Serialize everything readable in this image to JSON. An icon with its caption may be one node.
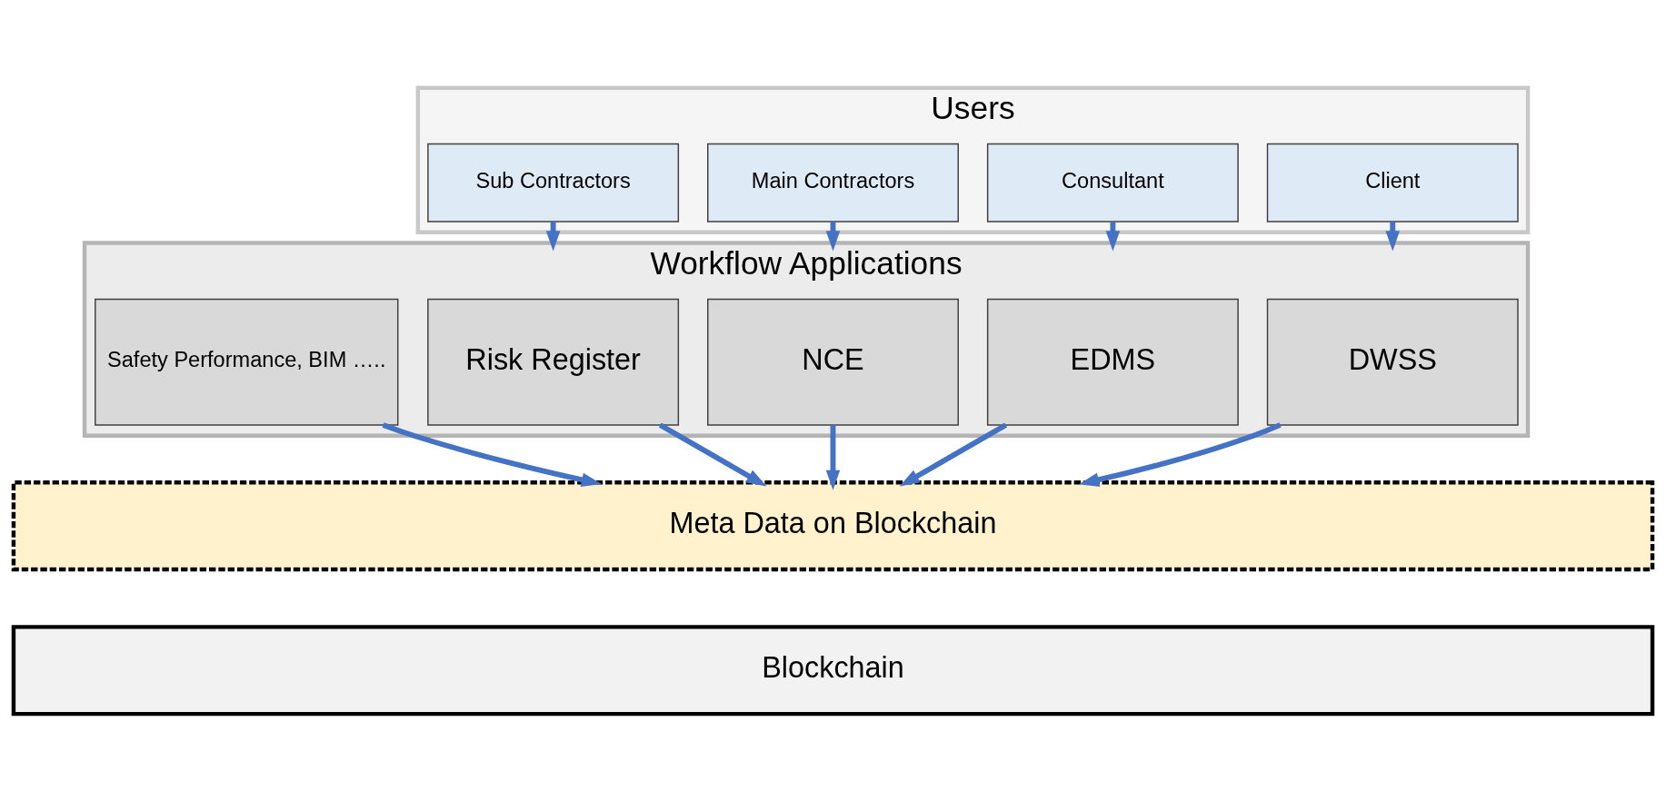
{
  "diagram": {
    "nodes": [
      {
        "text": [
          "Users"
        ]
      },
      {
        "text": [
          "Client"
        ],
        "in": 0
      },
      {
        "text": [
          "Consultant"
        ],
        "in": 0
      },
      {
        "text": [
          "Main Contractors"
        ],
        "in": 0
      },
      {
        "text": [
          "Sub Contractors"
        ],
        "in": 0
      },
      {
        "text": [
          "Workflow Applications"
        ]
      },
      {
        "text": [
          "DWSS"
        ],
        "in": 5
      },
      {
        "text": [
          "EDMS"
        ],
        "in": 5
      },
      {
        "text": [
          "NCE"
        ],
        "in": 5
      },
      {
        "text": [
          "Risk Register"
        ],
        "in": 5
      },
      {
        "text": [
          "Safety Performance, BIM ….."
        ],
        "in": 5
      },
      {
        "text": [
          "Meta Data on Blockchain"
        ]
      },
      {
        "text": [
          "Blockchain"
        ]
      }
    ],
    "edges": [
      {
        "from": 1,
        "to": 5,
        "arrow": "to"
      },
      {
        "from": 2,
        "to": 5,
        "arrow": "to"
      },
      {
        "from": 3,
        "to": 5,
        "arrow": "to"
      },
      {
        "from": 4,
        "to": 5,
        "arrow": "to"
      },
      {
        "from": 6,
        "to": 11,
        "arrow": "to"
      },
      {
        "from": 7,
        "to": 11,
        "arrow": "to"
      },
      {
        "from": 8,
        "to": 11,
        "arrow": "to"
      },
      {
        "from": 9,
        "to": 11,
        "arrow": "to"
      },
      {
        "from": 10,
        "to": 11,
        "arrow": "to"
      }
    ]
  }
}
